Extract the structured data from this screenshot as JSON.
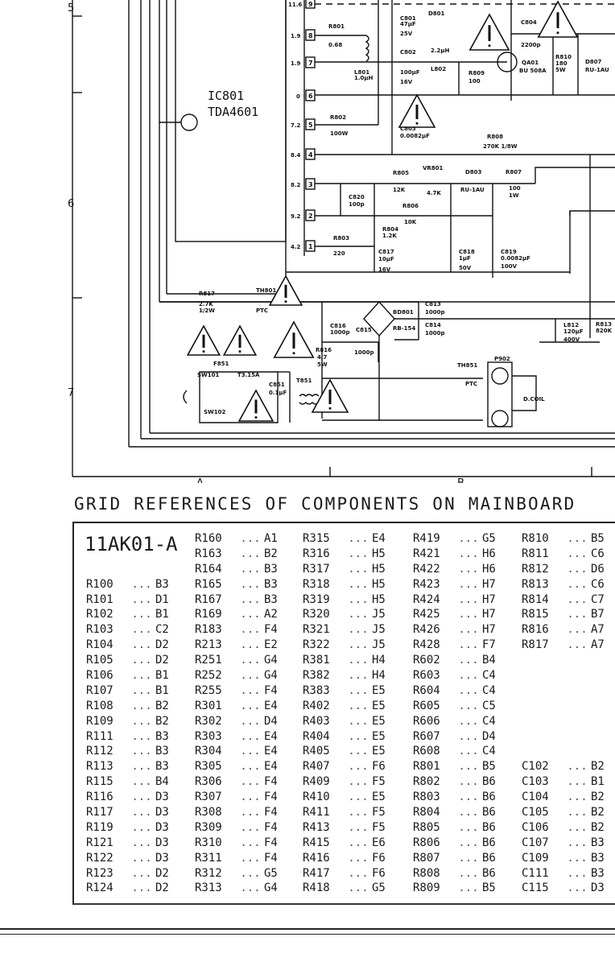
{
  "schematic": {
    "grid_rows": [
      "5",
      "6",
      "7"
    ],
    "grid_cols": [
      "A",
      "B"
    ],
    "ic": {
      "ref": "IC801",
      "part": "TDA4601"
    },
    "pins": [
      {
        "num": "9",
        "voltage": "11.6"
      },
      {
        "num": "8",
        "voltage": "1.9"
      },
      {
        "num": "7",
        "voltage": "1.9"
      },
      {
        "num": "6",
        "voltage": "0"
      },
      {
        "num": "5",
        "voltage": "7.2"
      },
      {
        "num": "4",
        "voltage": "8.4"
      },
      {
        "num": "3",
        "voltage": "8.2"
      },
      {
        "num": "2",
        "voltage": "9.2"
      },
      {
        "num": "1",
        "voltage": "4.2"
      }
    ],
    "labels": [
      "R801",
      "0.68",
      "L801",
      "1.0µH",
      "C801",
      "47µF",
      "25V",
      "D801",
      "C804",
      "2200p",
      "C802",
      "100µF",
      "16V",
      "2.2µH",
      "L802",
      "R809",
      "100",
      "QA01",
      "BU 508A",
      "R810",
      "180",
      "5W",
      "D807",
      "RU-1AU",
      "C803",
      "0.0082µF",
      "R802",
      "100W",
      "R808",
      "270K 1/8W",
      "R805",
      "12K",
      "VR801",
      "4.7K",
      "D803",
      "RU-1AU",
      "R807",
      "100",
      "1W",
      "C820",
      "100p",
      "R806",
      "10K",
      "R804",
      "1.2K",
      "R803",
      "220",
      "C817",
      "10µF",
      "16V",
      "C818",
      "1µF",
      "50V",
      "C819",
      "0.0082µF",
      "100V",
      "R817",
      "2.7K",
      "1/2W",
      "TH801",
      "PTC",
      "C813",
      "1000p",
      "BD801",
      "C814",
      "1000p",
      "RB-154",
      "C816",
      "1000p",
      "C815",
      "1000p",
      "R816",
      "4.7",
      "5W",
      "F851",
      "SW101",
      "T3.15A",
      "C851",
      "0.1µF",
      "T851",
      "SW102",
      "TH851",
      "PTC",
      "P902",
      "D.COIL",
      "L812",
      "120µF",
      "400V",
      "R813",
      "820K"
    ],
    "warning_icon": "warning-triangle-icon"
  },
  "grid_table": {
    "heading": "GRID REFERENCES OF COMPONENTS ON MAINBOARD",
    "board": "11AK01-A",
    "columns": [
      [
        {
          "ref": "",
          "grid": ""
        },
        {
          "ref": "",
          "grid": ""
        },
        {
          "ref": "",
          "grid": ""
        },
        {
          "ref": "R100",
          "grid": "B3"
        },
        {
          "ref": "R101",
          "grid": "D1"
        },
        {
          "ref": "R102",
          "grid": "B1"
        },
        {
          "ref": "R103",
          "grid": "C2"
        },
        {
          "ref": "R104",
          "grid": "D2"
        },
        {
          "ref": "R105",
          "grid": "D2"
        },
        {
          "ref": "R106",
          "grid": "B1"
        },
        {
          "ref": "R107",
          "grid": "B1"
        },
        {
          "ref": "R108",
          "grid": "B2"
        },
        {
          "ref": "R109",
          "grid": "B2"
        },
        {
          "ref": "R111",
          "grid": "B3"
        },
        {
          "ref": "R112",
          "grid": "B3"
        },
        {
          "ref": "R113",
          "grid": "B3"
        },
        {
          "ref": "R115",
          "grid": "B4"
        },
        {
          "ref": "R116",
          "grid": "D3"
        },
        {
          "ref": "R117",
          "grid": "D3"
        },
        {
          "ref": "R119",
          "grid": "D3"
        },
        {
          "ref": "R121",
          "grid": "D3"
        },
        {
          "ref": "R122",
          "grid": "D3"
        },
        {
          "ref": "R123",
          "grid": "D2"
        },
        {
          "ref": "R124",
          "grid": "D2"
        }
      ],
      [
        {
          "ref": "R160",
          "grid": "A1"
        },
        {
          "ref": "R163",
          "grid": "B2"
        },
        {
          "ref": "R164",
          "grid": "B3"
        },
        {
          "ref": "R165",
          "grid": "B3"
        },
        {
          "ref": "R167",
          "grid": "B3"
        },
        {
          "ref": "R169",
          "grid": "A2"
        },
        {
          "ref": "R183",
          "grid": "F4"
        },
        {
          "ref": "R213",
          "grid": "E2"
        },
        {
          "ref": "R251",
          "grid": "G4"
        },
        {
          "ref": "R252",
          "grid": "G4"
        },
        {
          "ref": "R255",
          "grid": "F4"
        },
        {
          "ref": "R301",
          "grid": "E4"
        },
        {
          "ref": "R302",
          "grid": "D4"
        },
        {
          "ref": "R303",
          "grid": "E4"
        },
        {
          "ref": "R304",
          "grid": "E4"
        },
        {
          "ref": "R305",
          "grid": "E4"
        },
        {
          "ref": "R306",
          "grid": "F4"
        },
        {
          "ref": "R307",
          "grid": "F4"
        },
        {
          "ref": "R308",
          "grid": "F4"
        },
        {
          "ref": "R309",
          "grid": "F4"
        },
        {
          "ref": "R310",
          "grid": "F4"
        },
        {
          "ref": "R311",
          "grid": "F4"
        },
        {
          "ref": "R312",
          "grid": "G5"
        },
        {
          "ref": "R313",
          "grid": "G4"
        }
      ],
      [
        {
          "ref": "R315",
          "grid": "E4"
        },
        {
          "ref": "R316",
          "grid": "H5"
        },
        {
          "ref": "R317",
          "grid": "H5"
        },
        {
          "ref": "R318",
          "grid": "H5"
        },
        {
          "ref": "R319",
          "grid": "H5"
        },
        {
          "ref": "R320",
          "grid": "J5"
        },
        {
          "ref": "R321",
          "grid": "J5"
        },
        {
          "ref": "R322",
          "grid": "J5"
        },
        {
          "ref": "R381",
          "grid": "H4"
        },
        {
          "ref": "R382",
          "grid": "H4"
        },
        {
          "ref": "R383",
          "grid": "E5"
        },
        {
          "ref": "R402",
          "grid": "E5"
        },
        {
          "ref": "R403",
          "grid": "E5"
        },
        {
          "ref": "R404",
          "grid": "E5"
        },
        {
          "ref": "R405",
          "grid": "E5"
        },
        {
          "ref": "R407",
          "grid": "F6"
        },
        {
          "ref": "R409",
          "grid": "F5"
        },
        {
          "ref": "R410",
          "grid": "E5"
        },
        {
          "ref": "R411",
          "grid": "F5"
        },
        {
          "ref": "R413",
          "grid": "F5"
        },
        {
          "ref": "R415",
          "grid": "E6"
        },
        {
          "ref": "R416",
          "grid": "F6"
        },
        {
          "ref": "R417",
          "grid": "F6"
        },
        {
          "ref": "R418",
          "grid": "G5"
        }
      ],
      [
        {
          "ref": "R419",
          "grid": "G5"
        },
        {
          "ref": "R421",
          "grid": "H6"
        },
        {
          "ref": "R422",
          "grid": "H6"
        },
        {
          "ref": "R423",
          "grid": "H7"
        },
        {
          "ref": "R424",
          "grid": "H7"
        },
        {
          "ref": "R425",
          "grid": "H7"
        },
        {
          "ref": "R426",
          "grid": "H7"
        },
        {
          "ref": "R428",
          "grid": "F7"
        },
        {
          "ref": "R602",
          "grid": "B4"
        },
        {
          "ref": "R603",
          "grid": "C4"
        },
        {
          "ref": "R604",
          "grid": "C4"
        },
        {
          "ref": "R605",
          "grid": "C5"
        },
        {
          "ref": "R606",
          "grid": "C4"
        },
        {
          "ref": "R607",
          "grid": "D4"
        },
        {
          "ref": "R608",
          "grid": "C4"
        },
        {
          "ref": "R801",
          "grid": "B5"
        },
        {
          "ref": "R802",
          "grid": "B6"
        },
        {
          "ref": "R803",
          "grid": "B6"
        },
        {
          "ref": "R804",
          "grid": "B6"
        },
        {
          "ref": "R805",
          "grid": "B6"
        },
        {
          "ref": "R806",
          "grid": "B6"
        },
        {
          "ref": "R807",
          "grid": "B6"
        },
        {
          "ref": "R808",
          "grid": "B6"
        },
        {
          "ref": "R809",
          "grid": "B5"
        }
      ],
      [
        {
          "ref": "R810",
          "grid": "B5"
        },
        {
          "ref": "R811",
          "grid": "C6"
        },
        {
          "ref": "R812",
          "grid": "D6"
        },
        {
          "ref": "R813",
          "grid": "C6"
        },
        {
          "ref": "R814",
          "grid": "C7"
        },
        {
          "ref": "R815",
          "grid": "B7"
        },
        {
          "ref": "R816",
          "grid": "A7"
        },
        {
          "ref": "R817",
          "grid": "A7"
        },
        {
          "ref": "",
          "grid": ""
        },
        {
          "ref": "",
          "grid": ""
        },
        {
          "ref": "",
          "grid": ""
        },
        {
          "ref": "",
          "grid": ""
        },
        {
          "ref": "",
          "grid": ""
        },
        {
          "ref": "",
          "grid": ""
        },
        {
          "ref": "",
          "grid": ""
        },
        {
          "ref": "C102",
          "grid": "B2"
        },
        {
          "ref": "C103",
          "grid": "B1"
        },
        {
          "ref": "C104",
          "grid": "B2"
        },
        {
          "ref": "C105",
          "grid": "B2"
        },
        {
          "ref": "C106",
          "grid": "B2"
        },
        {
          "ref": "C107",
          "grid": "B3"
        },
        {
          "ref": "C109",
          "grid": "B3"
        },
        {
          "ref": "C111",
          "grid": "B3"
        },
        {
          "ref": "C115",
          "grid": "D3"
        }
      ]
    ]
  }
}
